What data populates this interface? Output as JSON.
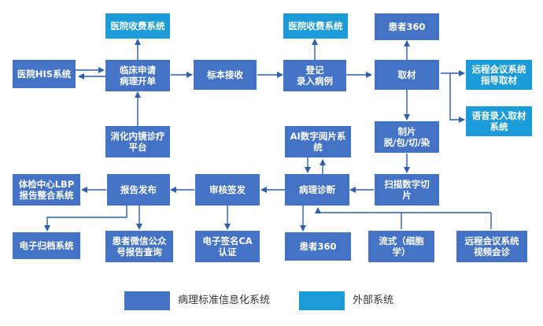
{
  "nodes": {
    "his": "医院HIS系统",
    "fee1": "医院收费系统",
    "clinical": "临床申请\n病理开单",
    "endoscope": "消化内镜诊疗\n平台",
    "specimen": "标本接收",
    "fee2": "医院收费系统",
    "register": "登记\n录入病例",
    "patient360a": "患者360",
    "sampling": "取材",
    "remote1": "远程会议系统\n指导取材",
    "voice": "语音录入取材\n系统",
    "slide": "制片\n脱/包/切/染",
    "scan": "扫描数字切\n片",
    "ai": "AI数字阅片系\n统",
    "diagnosis": "病理诊断",
    "review": "审核签发",
    "report": "报告发布",
    "lbp": "体检中心LBP\n报告整合系统",
    "archive": "电子归档系统",
    "wechat": "患者微信公众\n号报告查询",
    "ca": "电子签名CA\n认证",
    "patient360b": "患者360",
    "flow": "流式（细胞\n学）",
    "remote2": "远程会议系统\n视频会诊"
  },
  "legend": {
    "internal": "病理标准信息化系统",
    "external": "外部系统"
  },
  "colors": {
    "internal": "#4472C4",
    "external": "#1B9BD7",
    "arrow": "#2E5FA8"
  }
}
